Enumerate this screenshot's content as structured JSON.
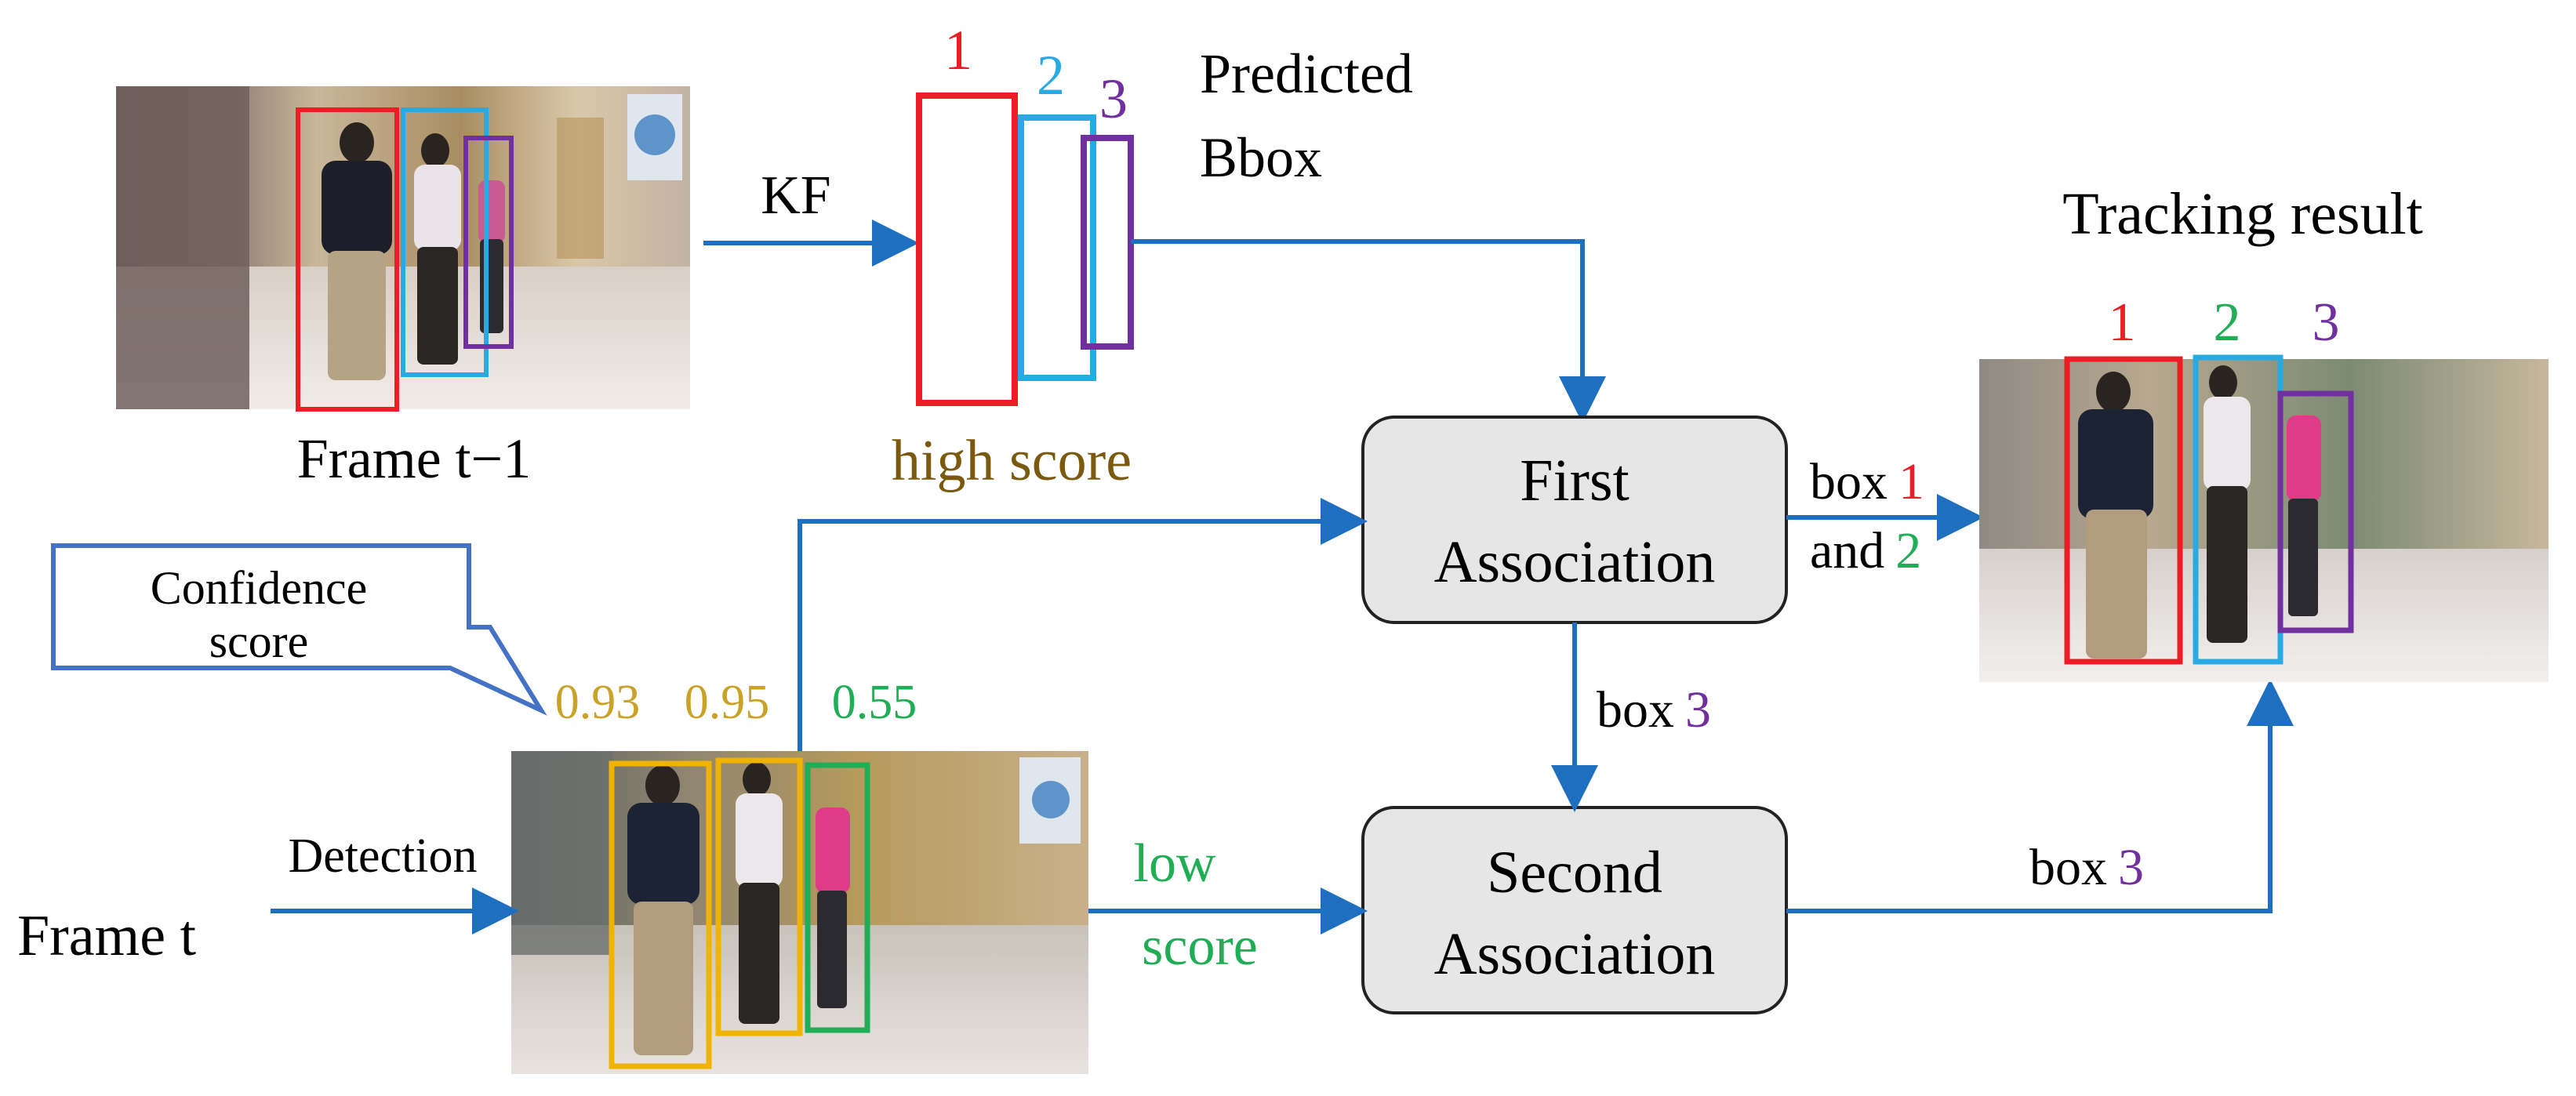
{
  "colors": {
    "arrow": "#1f6fc0",
    "track1": "#ee1c24",
    "track2_predicted": "#29aae2",
    "track2_result": "#1fad55",
    "track3": "#7030a0",
    "high_score": "#7b5a10",
    "low_score": "#1fad55",
    "detection_high": "#f0b400",
    "detection_low": "#1fad55",
    "confidence_value_high": "#c9a227",
    "callout_border": "#4472c4",
    "box_fill": "#e6e6e6",
    "box_border": "#222222"
  },
  "frames": {
    "prev_label": "Frame t−1",
    "current_label": "Frame t"
  },
  "kalman": {
    "label": "KF"
  },
  "predicted": {
    "title_line1": "Predicted",
    "title_line2": "Bbox",
    "ids": [
      "1",
      "2",
      "3"
    ]
  },
  "tracking": {
    "title": "Tracking result",
    "ids": [
      "1",
      "2",
      "3"
    ]
  },
  "detection": {
    "label": "Detection",
    "scores": [
      "0.93",
      "0.95",
      "0.55"
    ]
  },
  "callout": {
    "line1": "Confidence",
    "line2": "score"
  },
  "branches": {
    "high": "high score",
    "low_line1": "low",
    "low_line2": "score"
  },
  "association": {
    "first_line1": "First",
    "first_line2": "Association",
    "second_line1": "Second",
    "second_line2": "Association"
  },
  "edges": {
    "first_out_box": "box",
    "first_out_id1": "1",
    "first_out_and": "and",
    "first_out_id2": "2",
    "first_to_second_box": "box",
    "first_to_second_id": "3",
    "second_out_box": "box",
    "second_out_id": "3"
  }
}
